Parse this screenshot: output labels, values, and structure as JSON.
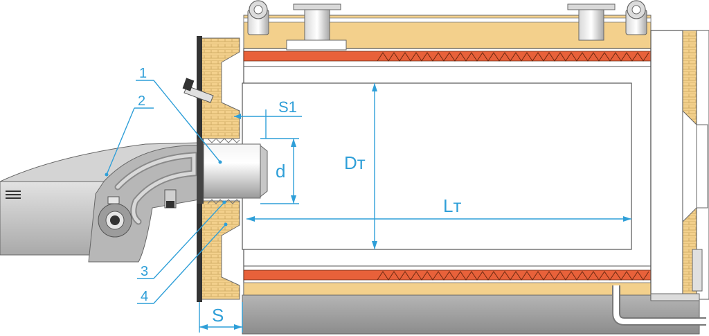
{
  "labels": {
    "n1": "1",
    "n2": "2",
    "n3": "3",
    "n4": "4",
    "s1": "S1",
    "d": "d",
    "dt": "Dт",
    "lt": "Lт",
    "s": "S"
  },
  "colors": {
    "annotation": "#2f9fd8",
    "insulation": "#f3d08c",
    "refractory_band": "#e8613a",
    "burner_body": "#c9c9c9",
    "base": "#9a9a9a"
  }
}
